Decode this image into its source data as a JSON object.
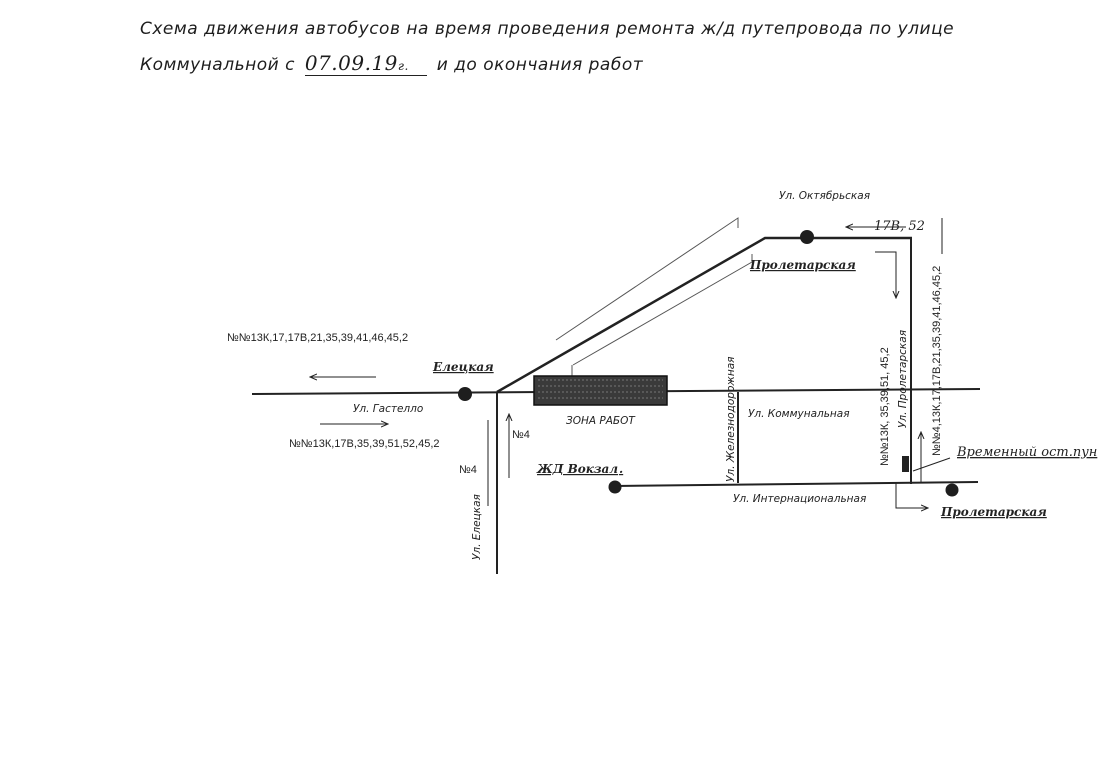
{
  "title": {
    "line1": "Схема движения автобусов на время проведения ремонта ж/д путепровода по улице",
    "line2_prefix": "Коммунальной с",
    "date_handwritten": "07.09.19",
    "date_suffix": "г.",
    "line2_suffix": "и до окончания работ"
  },
  "streets": {
    "oktyabrskaya": "Ул. Октябрьская",
    "gastello": "Ул. Гастелло",
    "kommunalnaya": "Ул. Коммунальная",
    "internatsionalnaya": "Ул. Интернациональная",
    "eletskaya": "Ул. Елецкая",
    "zheleznodorozhnaya": "Ул. Железнодорожная",
    "proletarskaya": "Ул. Пролетарская"
  },
  "stops": {
    "eletskaya": "Елецкая",
    "zhd_vokzal": "ЖД Вокзал",
    "proletarskaya_top": "Пролетарская",
    "proletarskaya_bottom": "Пролетарская",
    "temporary": "Временный ост.пун"
  },
  "zones": {
    "work_zone": "ЗОНА РАБОТ"
  },
  "routes": {
    "west_outbound": "№№13К,17,17В,21,35,39,41,46,45,2",
    "west_inbound": "№№13К,17В,35,39,51,52,45,2",
    "route4_a": "№4",
    "route4_b": "№4",
    "octyabrskaya_handwritten": "17В, 52",
    "proletarskaya_down": "№№13К, 35,39,51, 45,2",
    "proletarskaya_up": "№№4,13К,17,17В,21,35,39,41,46,45,2"
  },
  "colors": {
    "ink": "#1a1a1a",
    "stop_fill": "#1e1e1e",
    "work_zone_fill": "#3a3a3a"
  }
}
